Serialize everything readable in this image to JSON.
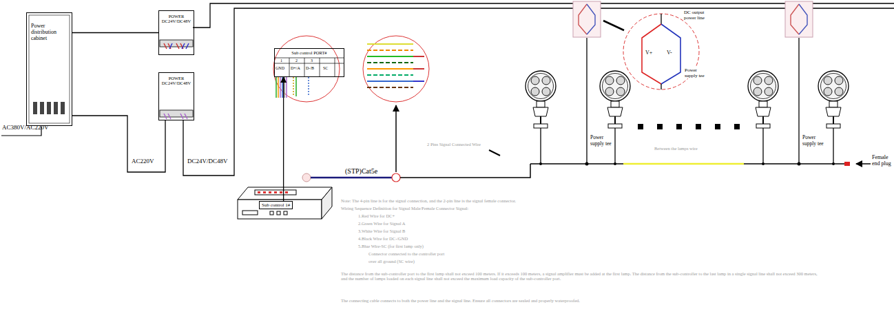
{
  "diagram": {
    "nodes": [
      {
        "text": [
          "Power distribution cabinet"
        ]
      },
      {
        "text": [
          "POWER DC24V/DC48V"
        ]
      },
      {
        "text": [
          "POWER DC24V/DC48V"
        ]
      },
      {
        "text": [
          "Sub control PORT#"
        ]
      },
      {
        "text": [
          "Sub control 1#"
        ]
      }
    ],
    "edges": [
      {
        "from": 0,
        "to": 1,
        "arrow": "none"
      },
      {
        "from": 0,
        "to": 2,
        "arrow": "none",
        "label": "AC220V"
      },
      {
        "from": 4,
        "to": 3,
        "arrow": "to"
      }
    ],
    "labels": [
      "AC380V/AC220V",
      "DC24V/DC48V",
      "1",
      "2",
      "3",
      "GND",
      "D+/A",
      "D-/B",
      "SC",
      "2 Pins Signal Connected Wire",
      "(STP)Cat5e",
      "DC output power line",
      "V+",
      "V-",
      "Power supply tee",
      "Power supply tee",
      "Between the lamps wire",
      "Power supply tee",
      "Female end plug",
      "Note: The 4-pin line is for the signal connection, and the 2-pin line is the signal female connector.",
      "Wiring Sequence Definition for Signal Male/Female Connector Signal:",
      "1.Red Wire for DC+",
      "2.Green Wire for Signal A",
      "3.White Wire for Signal B",
      "4.Black Wire for DC-/GND",
      "5.Blue Wire-SC (for first lamp only)",
      "Connector connected to the controller port",
      "over all ground (SC wire)",
      "The distance from the sub-controller port to the first lamp shall not exceed 100 meters. If it exceeds 100 meters, a signal amplifier must be added at the first lamp. The distance from the sub-controller to the last lamp in a single signal line shall not exceed 300 meters, and the number of lamps loaded on each signal line shall not exceed the maximum load capacity of the sub-controller port.",
      "The connecting cable connects to both the power line and the signal line. Ensure all connectors are sealed and properly waterproofed."
    ]
  }
}
